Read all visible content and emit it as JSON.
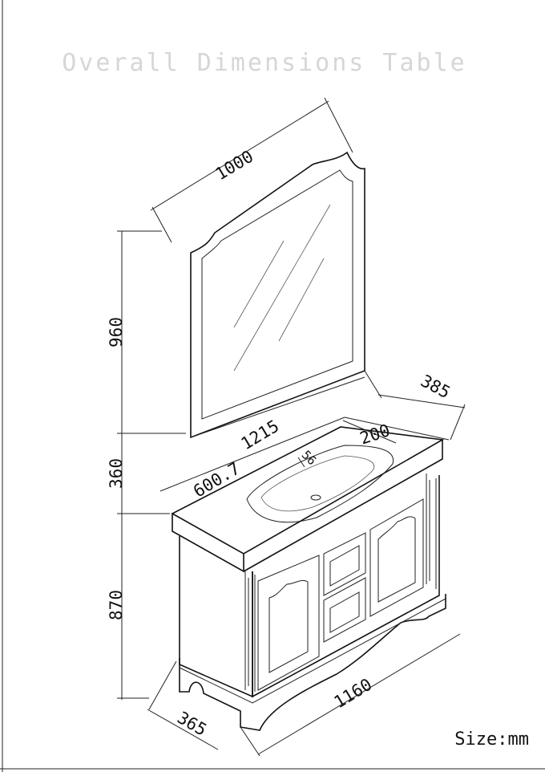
{
  "title": "Overall Dimensions Table",
  "dimensions": {
    "mirror_width": "1000",
    "mirror_height": "960",
    "cabinet_depth": "385",
    "top_width": "1215",
    "basin_offset": "200",
    "basin_label": "56",
    "left_width": "600.7",
    "top_gap": "360",
    "cabinet_height": "870",
    "base_depth": "365",
    "base_width": "1160"
  },
  "unit_label": "Size:mm"
}
